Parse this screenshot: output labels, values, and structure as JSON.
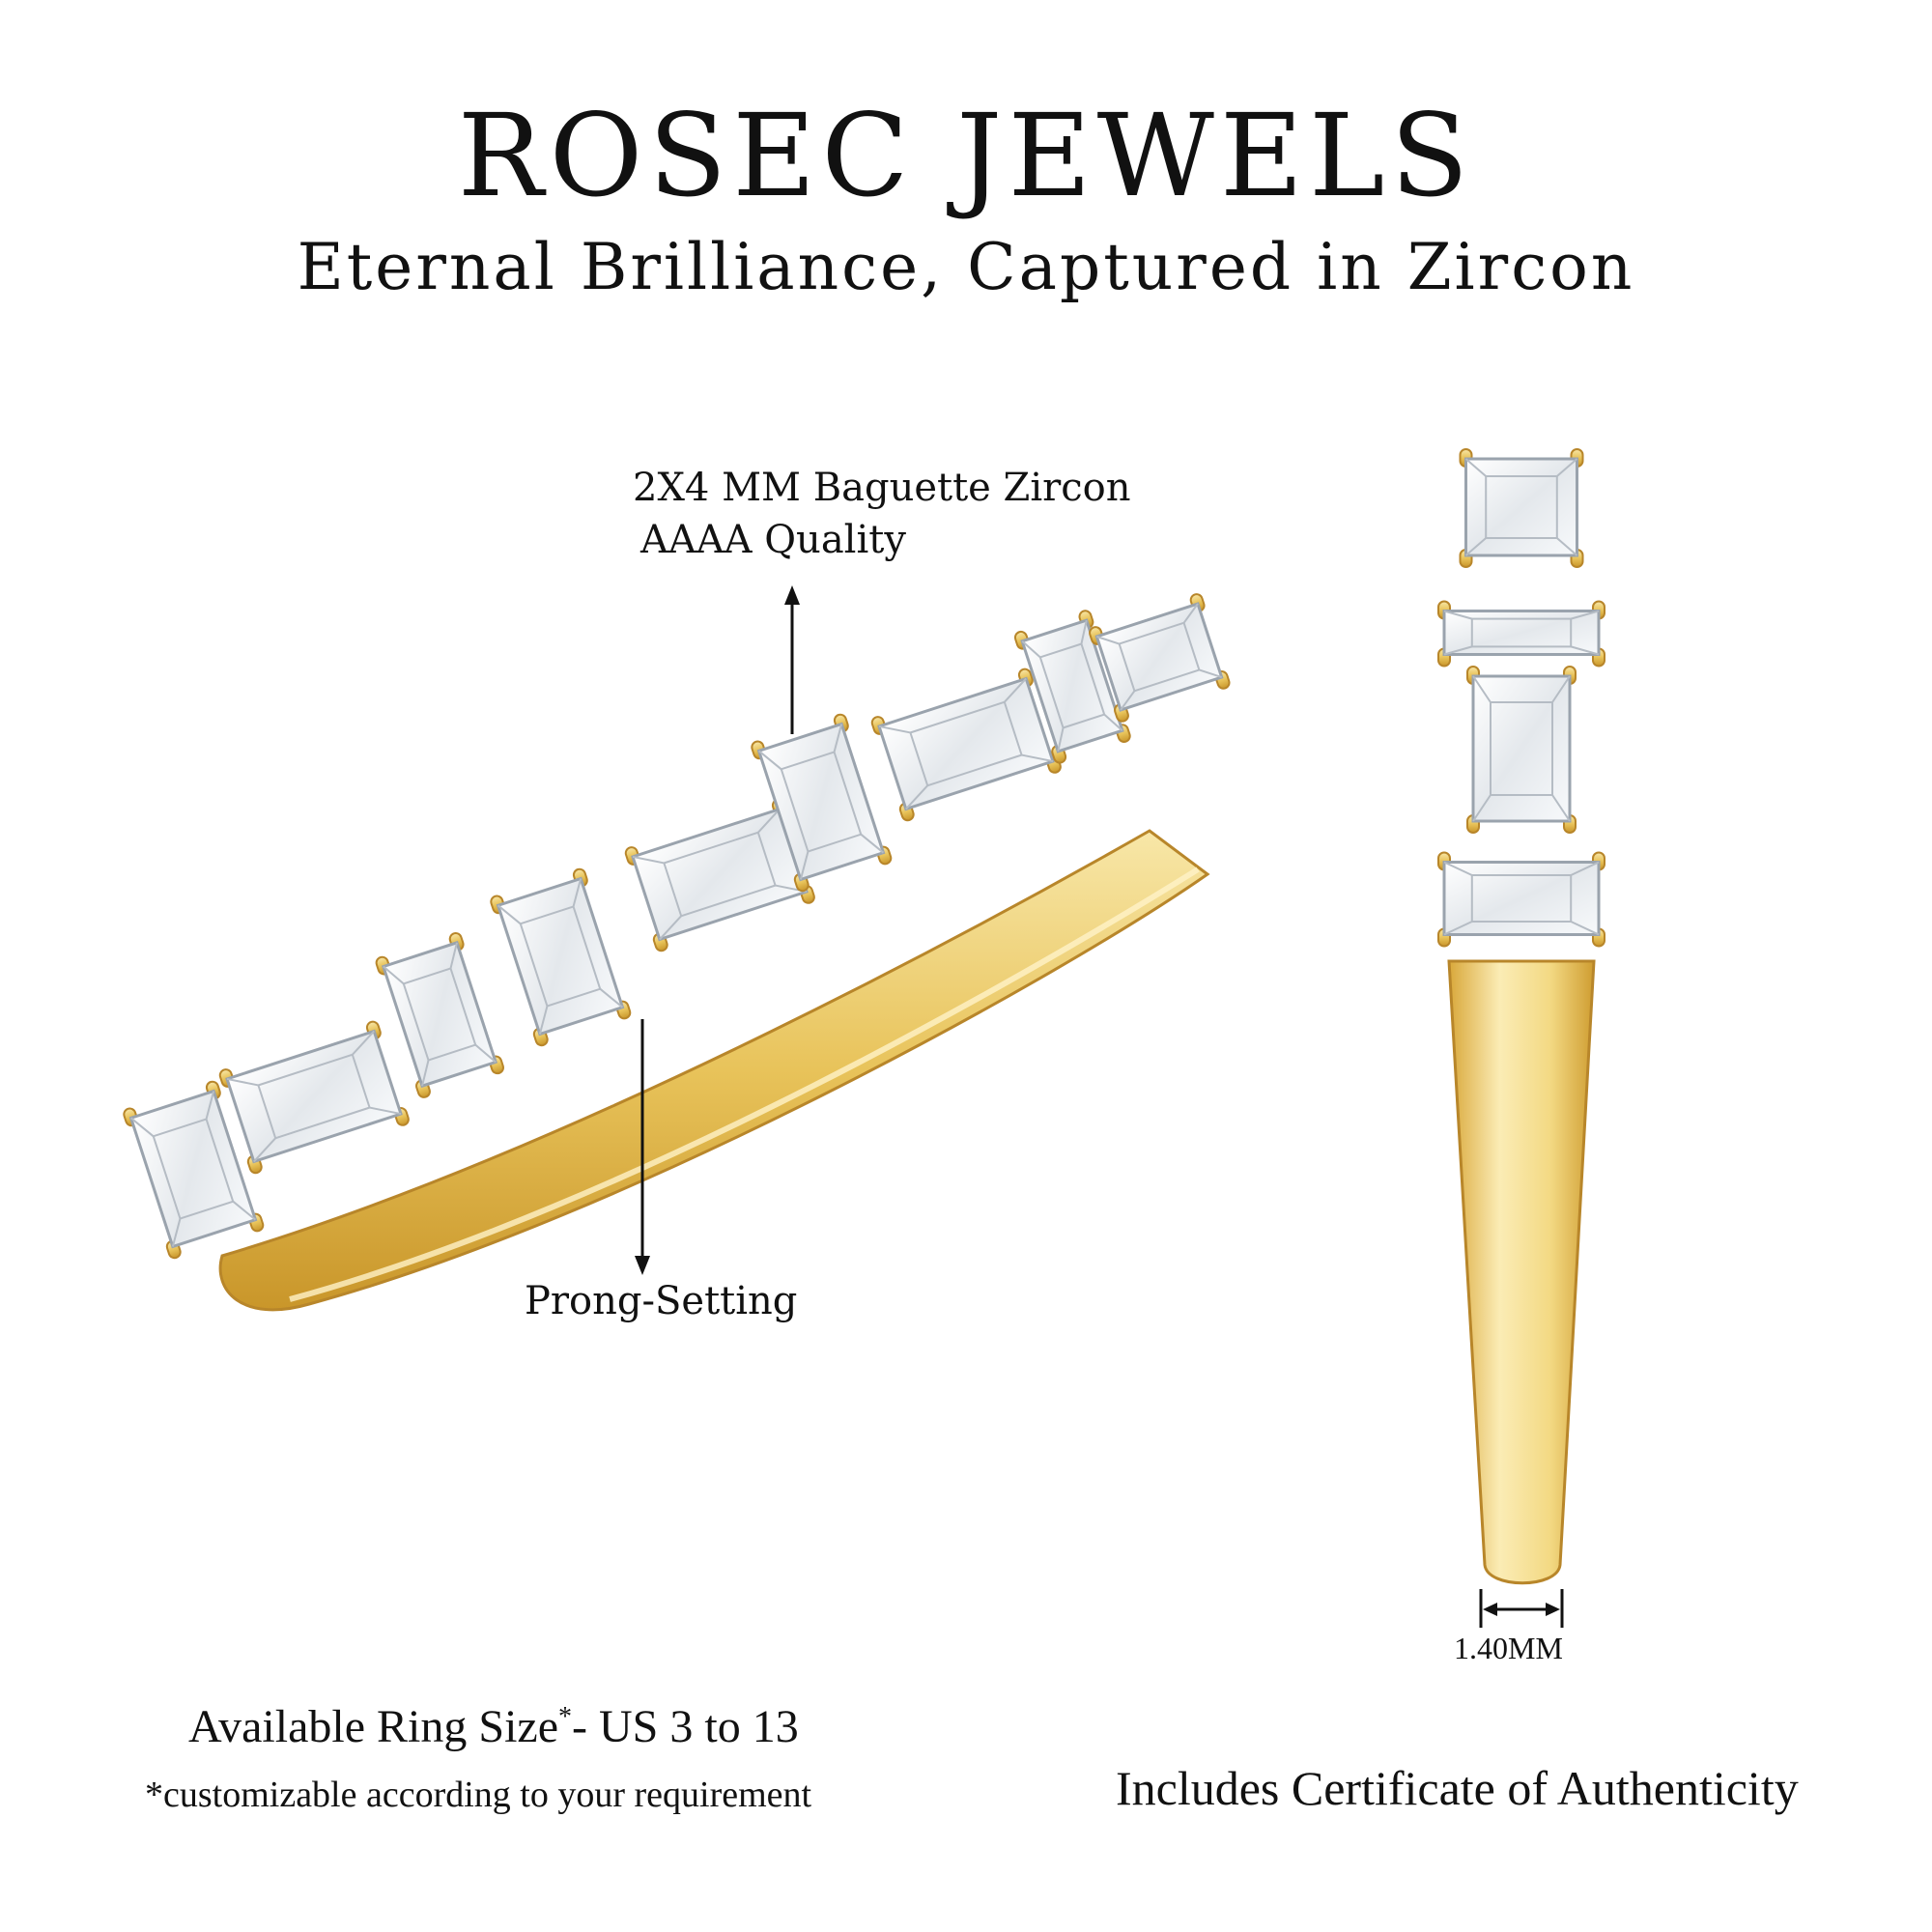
{
  "header": {
    "brand": "ROSEC JEWELS",
    "tagline": "Eternal Brilliance, Captured in Zircon"
  },
  "callouts": {
    "stone_line1": "2X4 MM Baguette Zircon",
    "stone_line2": "AAAA Quality",
    "setting": "Prong-Setting"
  },
  "side_view": {
    "width_label": "1.40MM"
  },
  "footer": {
    "ring_size_prefix": "Available Ring Size",
    "ring_size_mark": "*",
    "ring_size_suffix": "- US 3 to 13",
    "note": "*customizable according to your requirement",
    "certificate": "Includes Certificate of Authenticity"
  },
  "colors": {
    "gold": "#e8c35a",
    "gold_dark": "#c9962a",
    "gold_light": "#f8e7a8",
    "stone": "#eef1f4",
    "stone_edge": "#9aa3ad",
    "background": "#ffffff"
  }
}
